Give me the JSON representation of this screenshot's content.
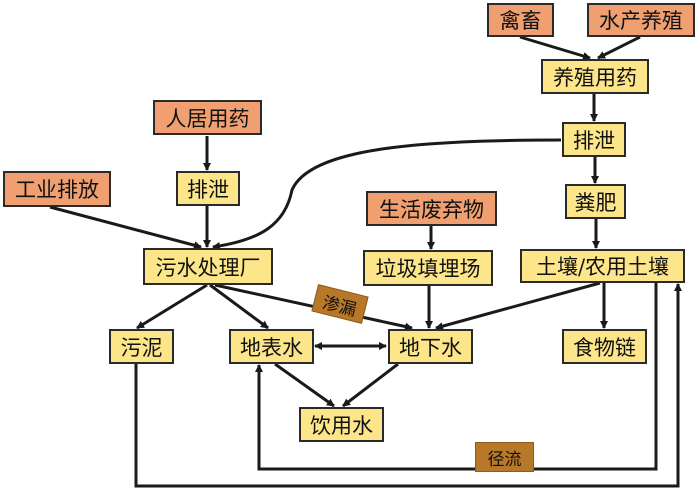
{
  "diagram": {
    "colors": {
      "source_fill": "#f0a070",
      "process_fill": "#fde68a",
      "tag_fill": "#b8782a",
      "stroke": "#1a1a1a"
    },
    "nodes": {
      "livestock": "禽畜",
      "aquaculture": "水产养殖",
      "breeding_drugs": "养殖用药",
      "excretion_right": "排泄",
      "manure": "粪肥",
      "residential_drugs": "人居用药",
      "excretion_left": "排泄",
      "industrial_discharge": "工业排放",
      "domestic_waste": "生活废弃物",
      "sewage_plant": "污水处理厂",
      "landfill": "垃圾填埋场",
      "soil": "土壤/农用土壤",
      "sludge": "污泥",
      "surface_water": "地表水",
      "groundwater": "地下水",
      "food_chain": "食物链",
      "drinking_water": "饮用水"
    },
    "tags": {
      "leakage": "渗漏",
      "runoff": "径流"
    },
    "edges": [
      {
        "from": "livestock",
        "to": "breeding_drugs"
      },
      {
        "from": "aquaculture",
        "to": "breeding_drugs"
      },
      {
        "from": "breeding_drugs",
        "to": "excretion_right"
      },
      {
        "from": "excretion_right",
        "to": "manure"
      },
      {
        "from": "excretion_right",
        "to": "sewage_plant"
      },
      {
        "from": "manure",
        "to": "soil"
      },
      {
        "from": "residential_drugs",
        "to": "excretion_left"
      },
      {
        "from": "excretion_left",
        "to": "sewage_plant"
      },
      {
        "from": "industrial_discharge",
        "to": "sewage_plant"
      },
      {
        "from": "domestic_waste",
        "to": "landfill"
      },
      {
        "from": "sewage_plant",
        "to": "sludge"
      },
      {
        "from": "sewage_plant",
        "to": "surface_water"
      },
      {
        "from": "sewage_plant",
        "to": "groundwater",
        "label": "leakage"
      },
      {
        "from": "landfill",
        "to": "groundwater"
      },
      {
        "from": "soil",
        "to": "groundwater"
      },
      {
        "from": "soil",
        "to": "food_chain"
      },
      {
        "from": "surface_water",
        "to": "groundwater",
        "bidirectional": true
      },
      {
        "from": "surface_water",
        "to": "drinking_water"
      },
      {
        "from": "groundwater",
        "to": "drinking_water"
      },
      {
        "from": "soil",
        "to": "surface_water",
        "label": "runoff"
      },
      {
        "from": "sludge",
        "to": "soil"
      }
    ]
  }
}
